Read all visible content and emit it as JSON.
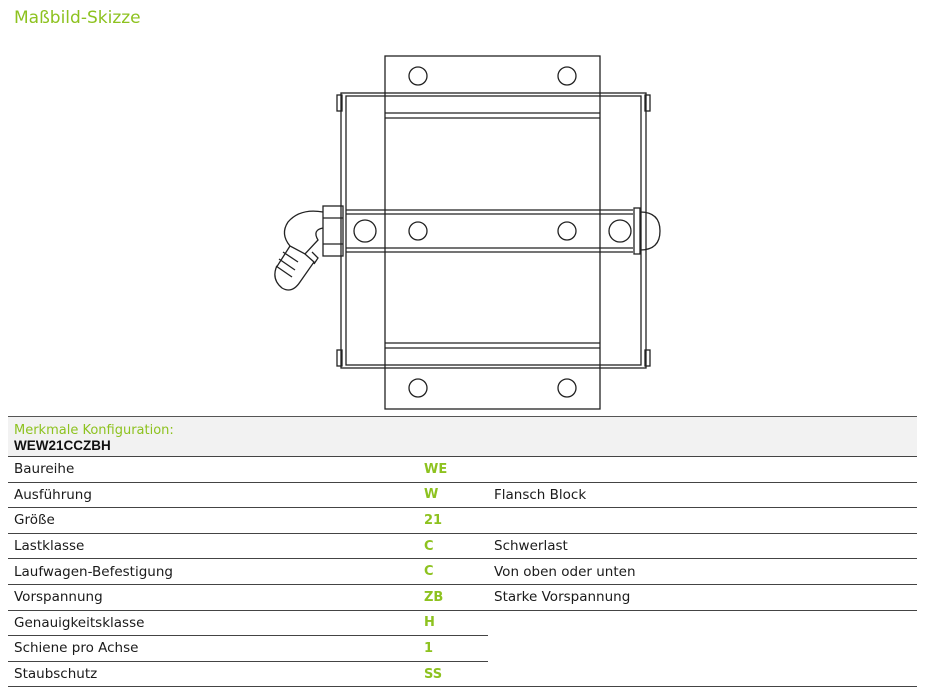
{
  "title": "Maßbild-Skizze",
  "config": {
    "label": "Merkmale Konfiguration:",
    "code": "WEW21CCZBH",
    "rows": [
      {
        "name": "Baureihe",
        "code": "WE",
        "desc": ""
      },
      {
        "name": "Ausführung",
        "code": "W",
        "desc": "Flansch Block"
      },
      {
        "name": "Größe",
        "code": "21",
        "desc": ""
      },
      {
        "name": "Lastklasse",
        "code": "C",
        "desc": "Schwerlast"
      },
      {
        "name": "Laufwagen-Befestigung",
        "code": "C",
        "desc": "Von oben oder unten"
      },
      {
        "name": "Vorspannung",
        "code": "ZB",
        "desc": "Starke Vorspannung"
      },
      {
        "name": "Genauigkeitsklasse",
        "code": "H",
        "desc": ""
      },
      {
        "name": "Schiene pro Achse",
        "code": "1",
        "desc": ""
      },
      {
        "name": "Staubschutz",
        "code": "SS",
        "desc": ""
      }
    ]
  },
  "colors": {
    "accent": "#8dc21f",
    "line": "#444444",
    "header_bg": "#f2f2f2"
  }
}
